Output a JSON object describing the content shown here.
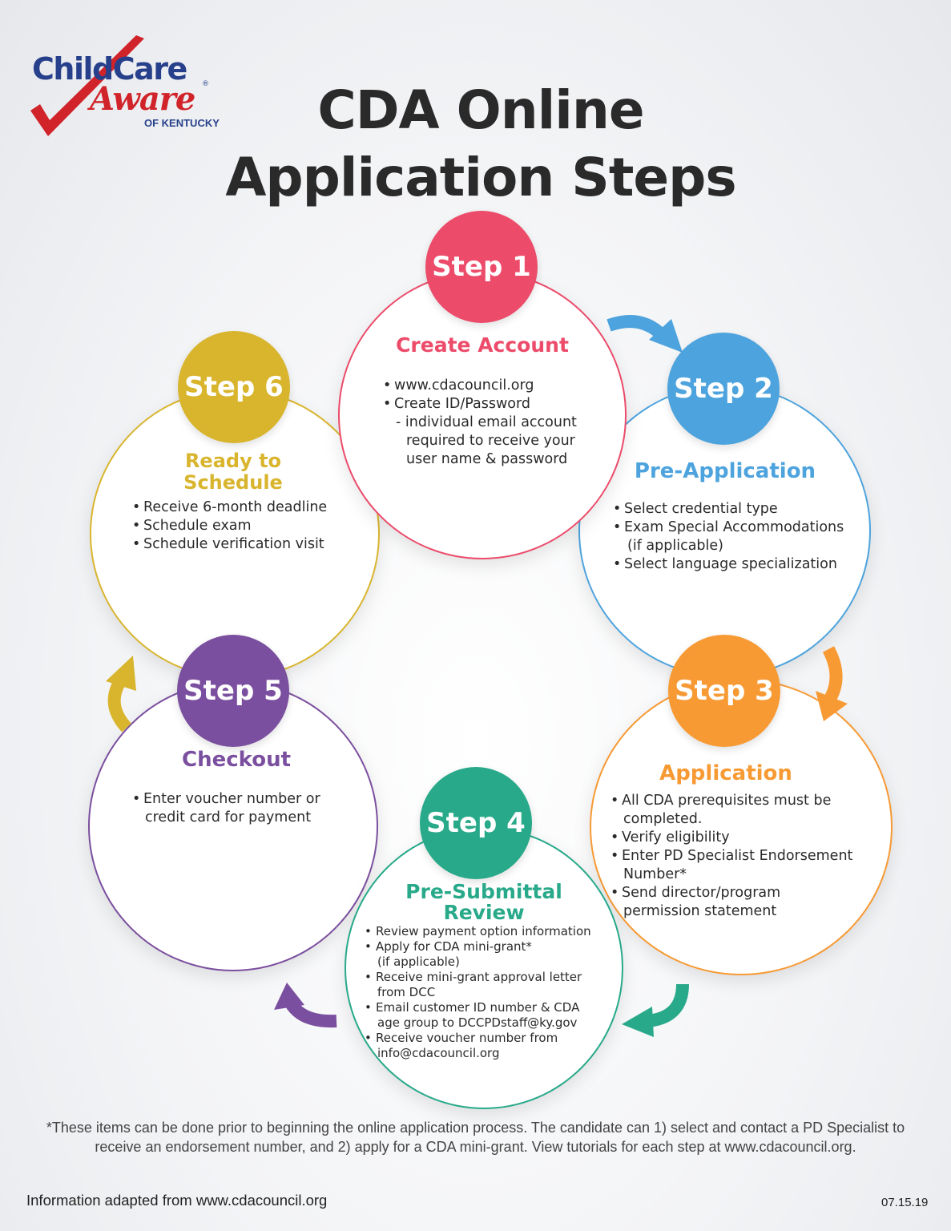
{
  "logo": {
    "line1": "ChildCare",
    "line2": "Aware",
    "line3": "OF KENTUCKY",
    "registered": "®"
  },
  "title": {
    "line1": "CDA Online",
    "line2": "Application Steps"
  },
  "colors": {
    "step1": "#ec4b6a",
    "step2": "#4da3dd",
    "step3": "#f79a34",
    "step4": "#28a98a",
    "step5": "#7b4f9f",
    "step6": "#d9b52e"
  },
  "steps": [
    {
      "badge": "Step 1",
      "heading": "Create Account",
      "items": [
        {
          "t": "www.cdacouncil.org",
          "k": "b"
        },
        {
          "t": "Create ID/Password",
          "k": "b"
        },
        {
          "t": "- individual email account",
          "k": "s"
        },
        {
          "t": "required to receive your",
          "k": "s"
        },
        {
          "t": "user name & password",
          "k": "s"
        }
      ]
    },
    {
      "badge": "Step 2",
      "heading": "Pre-Application",
      "items": [
        {
          "t": "Select credential type",
          "k": "b"
        },
        {
          "t": "Exam Special Accommodations",
          "k": "b"
        },
        {
          "t": "(if applicable)",
          "k": "c"
        },
        {
          "t": "Select language specialization",
          "k": "b"
        }
      ]
    },
    {
      "badge": "Step 3",
      "heading": "Application",
      "items": [
        {
          "t": "All CDA prerequisites must be",
          "k": "b"
        },
        {
          "t": "completed.",
          "k": "c"
        },
        {
          "t": "Verify eligibility",
          "k": "b"
        },
        {
          "t": "Enter PD Specialist Endorsement",
          "k": "b"
        },
        {
          "t": "Number*",
          "k": "c"
        },
        {
          "t": "Send director/program",
          "k": "b"
        },
        {
          "t": "permission statement",
          "k": "c"
        }
      ]
    },
    {
      "badge": "Step 4",
      "heading_line1": "Pre-Submittal",
      "heading_line2": "Review",
      "items": [
        {
          "t": "Review payment option information",
          "k": "b"
        },
        {
          "t": "Apply for CDA mini-grant*",
          "k": "b"
        },
        {
          "t": "(if applicable)",
          "k": "c"
        },
        {
          "t": "Receive mini-grant approval letter",
          "k": "b"
        },
        {
          "t": "from DCC",
          "k": "c"
        },
        {
          "t": "Email customer ID number & CDA",
          "k": "b"
        },
        {
          "t": "age group to DCCPDstaff@ky.gov",
          "k": "c"
        },
        {
          "t": "Receive voucher number from",
          "k": "b"
        },
        {
          "t": "info@cdacouncil.org",
          "k": "c"
        }
      ]
    },
    {
      "badge": "Step 5",
      "heading": "Checkout",
      "items": [
        {
          "t": "Enter voucher number or",
          "k": "b"
        },
        {
          "t": "credit card for payment",
          "k": "c"
        }
      ]
    },
    {
      "badge": "Step 6",
      "heading_line1": "Ready to",
      "heading_line2": "Schedule",
      "items": [
        {
          "t": "Receive 6-month deadline",
          "k": "b"
        },
        {
          "t": "Schedule exam",
          "k": "b"
        },
        {
          "t": "Schedule verification visit",
          "k": "b"
        }
      ]
    }
  ],
  "footnote": {
    "line1": "*These items can be done prior to beginning the online application process. The candidate can 1) select and contact a PD Specialist to",
    "line2": "receive an endorsement number, and 2) apply for a CDA mini-grant. View tutorials for each step at www.cdacouncil.org."
  },
  "adapted": "Information adapted from www.cdacouncil.org",
  "date": "07.15.19"
}
